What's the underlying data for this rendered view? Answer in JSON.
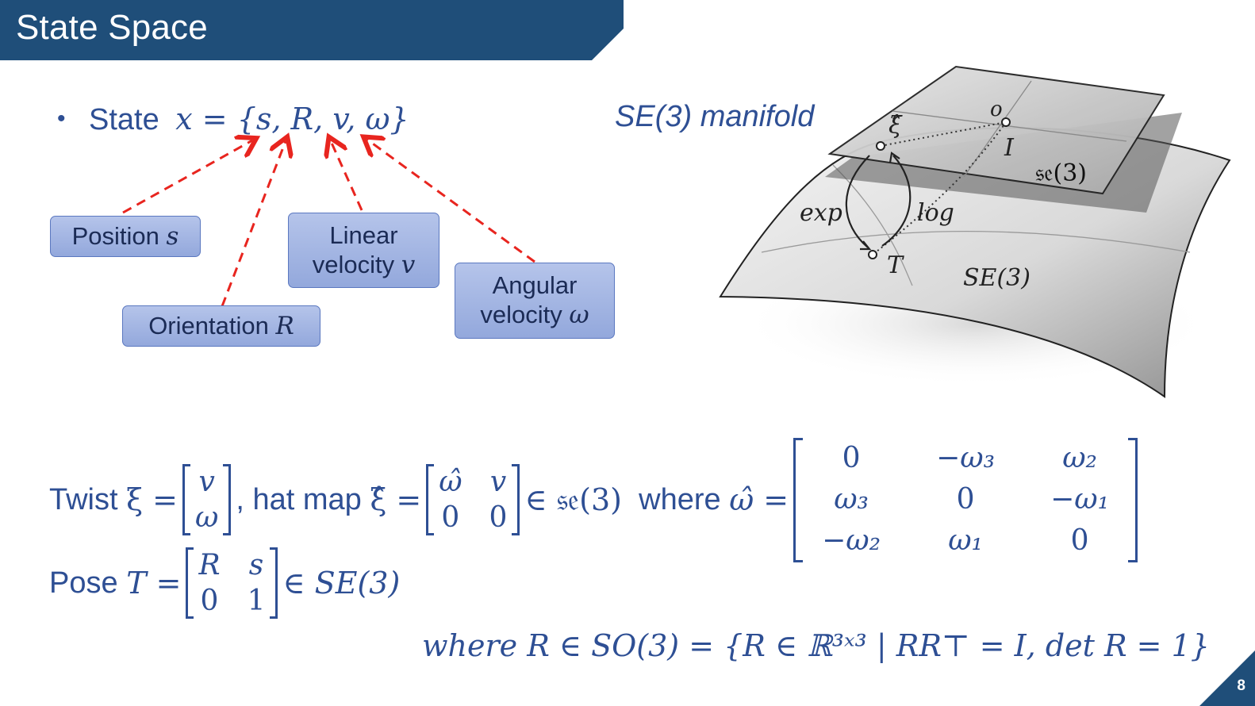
{
  "slide": {
    "title": "State Space",
    "page_number": "8"
  },
  "bullet": {
    "label": "State",
    "expression": "x = {s, R, v, ω}"
  },
  "labels": {
    "position": [
      "Position",
      "s"
    ],
    "orientation": [
      "Orientation",
      "R"
    ],
    "linear_velocity": [
      "Linear",
      "velocity",
      "v"
    ],
    "angular_velocity": [
      "Angular",
      "velocity",
      "ω"
    ]
  },
  "figure": {
    "caption": "SE(3) manifold",
    "tangent_space": "𝔰𝔢(3)",
    "manifold": "SE(3)",
    "exp": "exp",
    "log": "log",
    "origin": "o",
    "identity": "I",
    "twist_point": "ξ̂",
    "pose_point": "T"
  },
  "equations": {
    "twist_label": "Twist",
    "xi": "ξ =",
    "twist_vec": [
      "v",
      "ω"
    ],
    "hat_map_label": ", hat map",
    "xi_hat": "ξ̂ =",
    "hat_matrix": [
      "ω̂",
      "v",
      "0",
      "0"
    ],
    "in_se3": "∈ 𝔰𝔢(3)",
    "where_label": "where",
    "omega_hat": "ω̂ =",
    "skew_matrix": [
      "0",
      "−ω₃",
      "ω₂",
      "ω₃",
      "0",
      "−ω₁",
      "−ω₂",
      "ω₁",
      "0"
    ],
    "pose_label": "Pose",
    "pose_T": "T =",
    "pose_matrix": [
      "R",
      "s",
      "0",
      "1"
    ],
    "in_SE3": "∈ SE(3)",
    "so3_line": "where R ∈ SO(3) = {R ∈ ℝ³ˣ³ | RR⊤ = I, det R = 1}"
  },
  "colors": {
    "banner": "#1f4e79",
    "text": "#2e4f94",
    "arrow": "#e8251f",
    "label_fill": "#a3b5e3"
  }
}
